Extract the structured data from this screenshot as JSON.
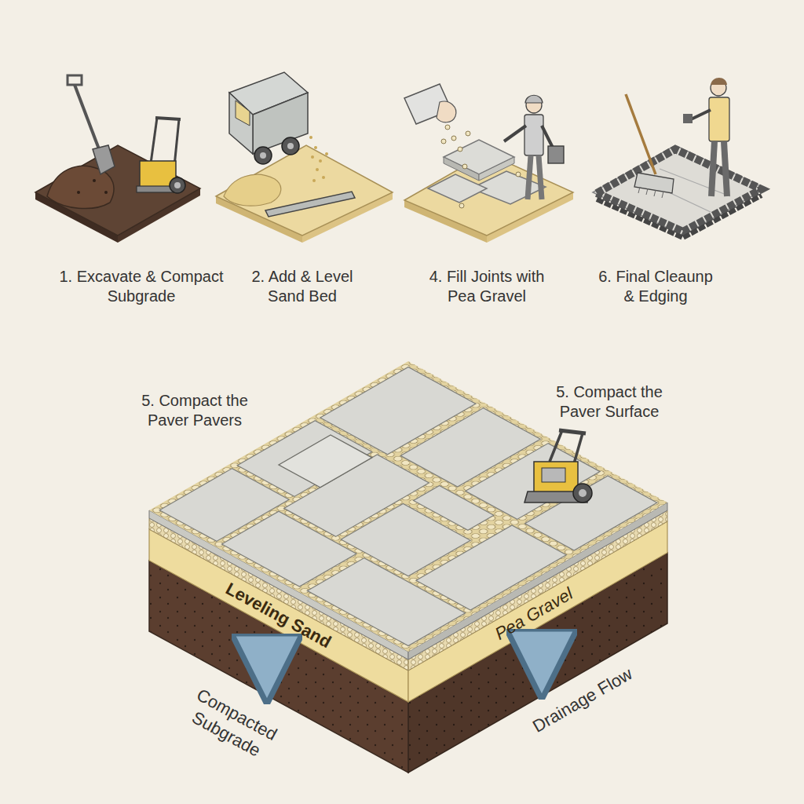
{
  "diagram": {
    "labels": [
      "1. Excavate & Compact Subgrade",
      "2. Add & Level Sand Bed",
      "4. Fill Joints with Pea Gravel",
      "6. Final Cleaunp & Edging",
      "5. Compact the Paver Pavers",
      "5. Compact the Paver Surface",
      "Leveling Sand",
      "Pea Gravel",
      "Compacted Subgrade",
      "Drainage Flow"
    ]
  }
}
